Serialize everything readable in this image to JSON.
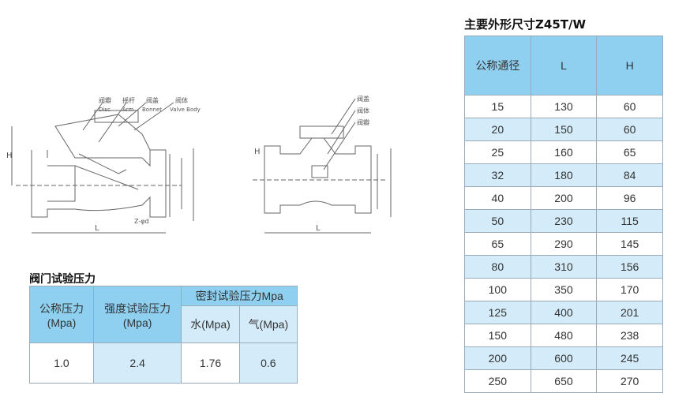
{
  "drawing": {
    "left_labels": [
      "阀瓣",
      "摇杆",
      "阀盖",
      "阀体"
    ],
    "left_labels_en": [
      "Disc",
      "Arm",
      "Bonnet",
      "Valve Body"
    ],
    "right_labels": [
      "阀盖",
      "阀体",
      "阀瓣"
    ],
    "dim_H": "H",
    "dim_L": "L",
    "dim_Z": "Z-φd"
  },
  "pressure_test": {
    "title": "阀门试验压力",
    "col1": "公称压力\n(Mpa)",
    "col2": "强度试验压力\n(Mpa)",
    "seal_header": "密封试验压力Mpa",
    "seal_water": "水(Mpa)",
    "seal_gas": "气(Mpa)",
    "values": [
      "1.0",
      "2.4",
      "1.76",
      "0.6"
    ]
  },
  "dimensions": {
    "title": "主要外形尺寸Z45T/W",
    "headers": [
      "公称通径",
      "L",
      "H"
    ],
    "rows": [
      [
        "15",
        "130",
        "60"
      ],
      [
        "20",
        "150",
        "60"
      ],
      [
        "25",
        "160",
        "65"
      ],
      [
        "32",
        "180",
        "84"
      ],
      [
        "40",
        "200",
        "96"
      ],
      [
        "50",
        "230",
        "115"
      ],
      [
        "65",
        "290",
        "145"
      ],
      [
        "80",
        "310",
        "156"
      ],
      [
        "100",
        "350",
        "170"
      ],
      [
        "125",
        "400",
        "201"
      ],
      [
        "150",
        "480",
        "238"
      ],
      [
        "200",
        "600",
        "245"
      ],
      [
        "250",
        "650",
        "270"
      ]
    ]
  }
}
